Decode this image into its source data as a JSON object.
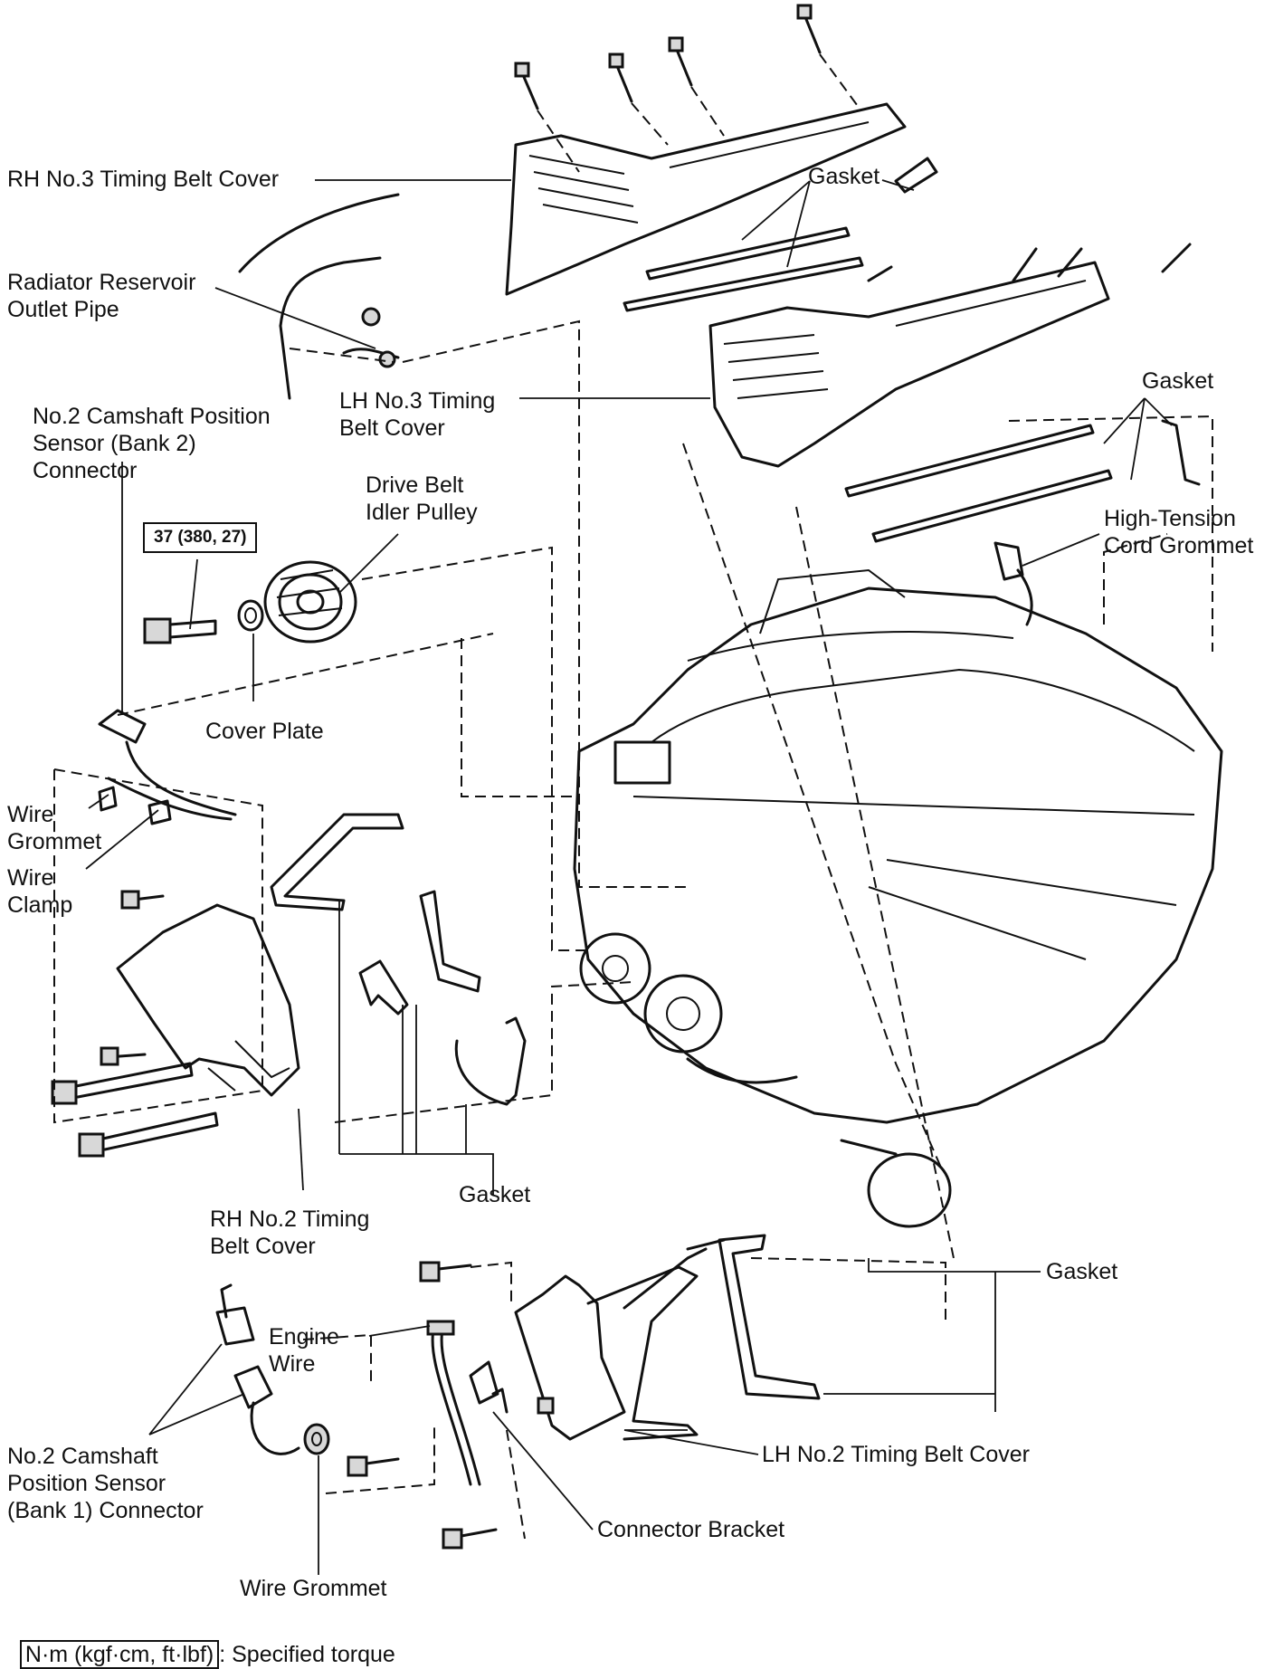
{
  "labels": {
    "rh_no3": "RH No.3 Timing Belt Cover",
    "gasket_top": "Gasket",
    "radiator_pipe_l1": "Radiator Reservoir",
    "radiator_pipe_l2": "Outlet Pipe",
    "lh_no3_l1": "LH No.3 Timing",
    "lh_no3_l2": "Belt Cover",
    "gasket_right": "Gasket",
    "cam2_l1": "No.2 Camshaft Position",
    "cam2_l2": "Sensor (Bank 2)",
    "cam2_l3": "Connector",
    "drive_belt_l1": "Drive Belt",
    "drive_belt_l2": "Idler Pulley",
    "ht_grommet_l1": "High-Tension",
    "ht_grommet_l2": "Cord Grommet",
    "cover_plate": "Cover Plate",
    "wire_grommet_l1": "Wire",
    "wire_grommet_l2": "Grommet",
    "wire_clamp_l1": "Wire",
    "wire_clamp_l2": "Clamp",
    "gasket_mid": "Gasket",
    "rh_no2_l1": "RH No.2 Timing",
    "rh_no2_l2": "Belt Cover",
    "gasket_lower": "Gasket",
    "engine_wire_l1": "Engine",
    "engine_wire_l2": "Wire",
    "cam1_l1": "No.2 Camshaft",
    "cam1_l2": "Position Sensor",
    "cam1_l3": "(Bank 1) Connector",
    "lh_no2": "LH No.2 Timing Belt Cover",
    "connector_bracket": "Connector Bracket",
    "wire_grommet_bottom": "Wire Grommet"
  },
  "torque": "37 (380, 27)",
  "legend": {
    "units": "N·m (kgf·cm, ft·lbf)",
    "text": ": Specified torque"
  }
}
